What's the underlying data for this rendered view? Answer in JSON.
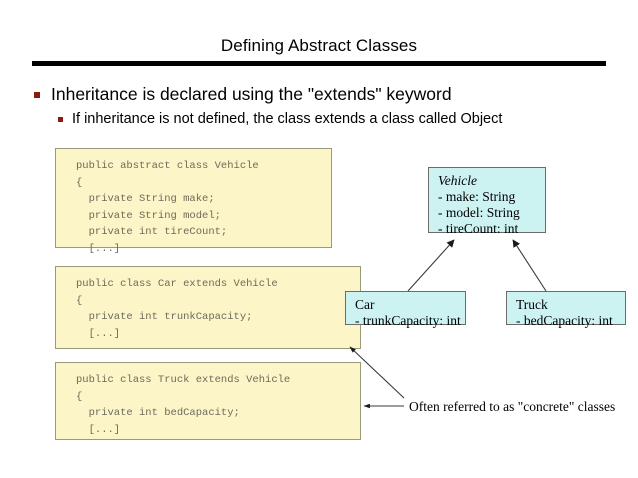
{
  "slide": {
    "title": "Defining Abstract Classes",
    "bullets": [
      {
        "text": "Inheritance is declared using the \"extends\" keyword",
        "level": 1
      },
      {
        "text": "If inheritance is not defined, the class extends a class called Object",
        "level": 2
      }
    ],
    "code_blocks": [
      {
        "name": "vehicle",
        "code": "public abstract class Vehicle\n{\n  private String make;\n  private String model;\n  private int tireCount;\n  [...]"
      },
      {
        "name": "car",
        "code": "public class Car extends Vehicle\n{\n  private int trunkCapacity;\n  [...]"
      },
      {
        "name": "truck",
        "code": "public class Truck extends Vehicle\n{\n  private int bedCapacity;\n  [...]"
      }
    ],
    "uml_boxes": [
      {
        "name": "vehicle",
        "title": "Vehicle",
        "abstract": true,
        "attributes": [
          "- make: String",
          "- model: String",
          "- tireCount: int"
        ]
      },
      {
        "name": "car",
        "title": "Car",
        "abstract": false,
        "attributes": [
          "- trunkCapacity: int"
        ]
      },
      {
        "name": "truck",
        "title": "Truck",
        "abstract": false,
        "attributes": [
          "- bedCapacity: int"
        ]
      }
    ],
    "annotation": "Often referred to as \"concrete\" classes",
    "colors": {
      "bullet_marker": "#8c1a11",
      "code_fill": "#fbf5c8",
      "code_border": "#9a9a7a",
      "code_text": "#6e6a5a",
      "uml_fill": "#cdf2f2",
      "uml_border": "#6b6b6b",
      "rule": "#000000",
      "connector": "#3a3a3a"
    }
  }
}
